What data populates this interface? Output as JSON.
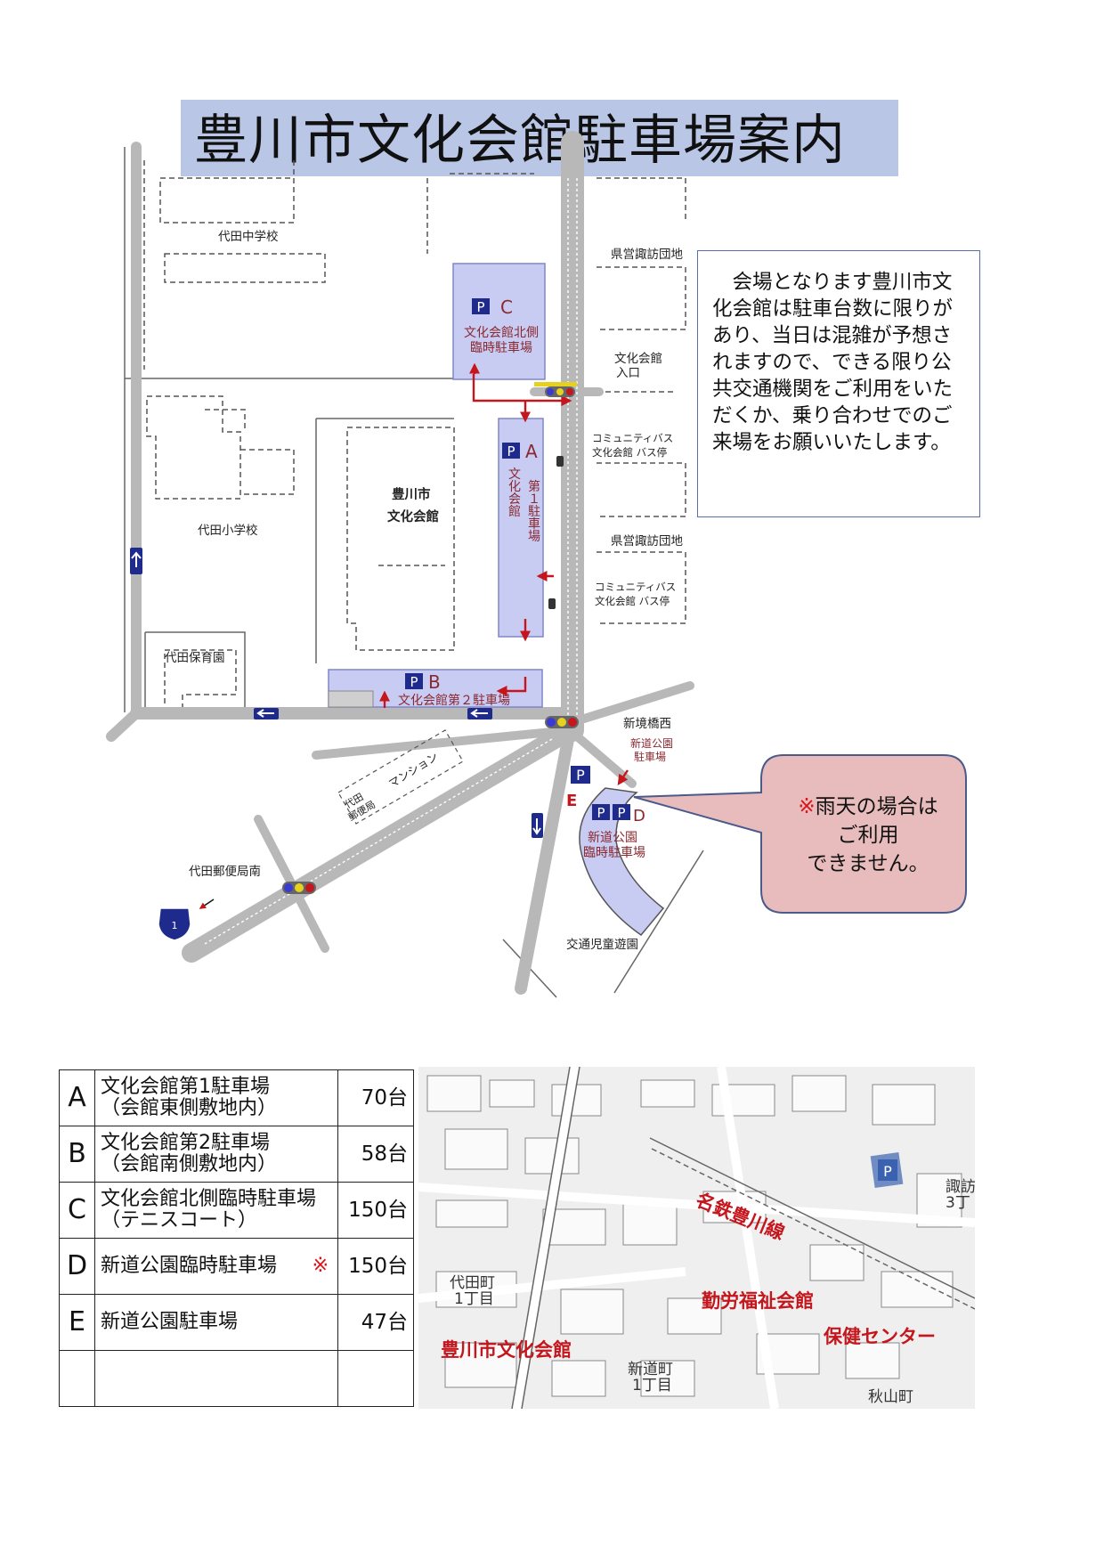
{
  "title": "豊川市文化会館駐車場案内",
  "notice": "会場となります豊川市文化会館は駐車台数に限りがあり、当日は混雑が予想されますので、できる限り公共交通機関をご利用をいただくか、乗り合わせでのご来場をお願いいたします。",
  "rain_note": {
    "mark": "※",
    "line1": "雨天の場合は",
    "line2": "ご利用",
    "line3": "できません。"
  },
  "map_labels": {
    "school_middle": "代田中学校",
    "school_elem": "代田小学校",
    "nursery": "代田保育園",
    "hall_line1": "豊川市",
    "hall_line2": "文化会館",
    "danchi1": "県営諏訪団地",
    "danchi2": "県営諏訪団地",
    "entrance_line1": "文化会館",
    "entrance_line2": "入口",
    "bus1_line1": "コミュニティバス",
    "bus1_line2": "文化会館 バス停",
    "bus2_line1": "コミュニティバス",
    "bus2_line2": "文化会館 バス停",
    "shinsakai": "新境橋西",
    "shindo_park_line1": "新道公園",
    "shindo_park_line2": "駐車場",
    "mansion": "マンション",
    "postoffice_small_line1": "代田",
    "postoffice_small_line2": "郵便局",
    "postoffice_south": "代田郵便局南",
    "playground": "交通児童遊園",
    "route_number": "1"
  },
  "lots": {
    "C": {
      "letter": "C",
      "line1": "文化会館北側",
      "line2": "臨時駐車場"
    },
    "A": {
      "letter": "A",
      "chars": [
        "文",
        "化",
        "会",
        "館",
        "第",
        "１",
        "駐",
        "車",
        "場"
      ]
    },
    "B": {
      "letter": "B",
      "line1": "文化会館第２駐車場"
    },
    "D": {
      "letter": "D",
      "line1": "新道公園",
      "line2": "臨時駐車場"
    },
    "E": {
      "letter": "E"
    }
  },
  "parking_sign": "P",
  "table": {
    "rows": [
      {
        "letter": "A",
        "name": "文化会館第1駐車場",
        "sub": "（会館東側敷地内）",
        "mark": "",
        "capacity": "70台"
      },
      {
        "letter": "B",
        "name": "文化会館第2駐車場",
        "sub": "（会館南側敷地内）",
        "mark": "",
        "capacity": "58台"
      },
      {
        "letter": "C",
        "name": "文化会館北側臨時駐車場",
        "sub": "（テニスコート）",
        "mark": "",
        "capacity": "150台"
      },
      {
        "letter": "D",
        "name": "新道公園臨時駐車場",
        "sub": "",
        "mark": "※",
        "capacity": "150台"
      },
      {
        "letter": "E",
        "name": "新道公園駐車場",
        "sub": "",
        "mark": "",
        "capacity": "47台"
      },
      {
        "letter": "",
        "name": "",
        "sub": "",
        "mark": "",
        "capacity": ""
      }
    ]
  },
  "inset": {
    "railway": "名鉄豊川線",
    "welfare": "勤労福祉会館",
    "hall": "豊川市文化会館",
    "health": "保健センター",
    "daita_line1": "代田町",
    "daita_line2": "1丁目",
    "shindo_line1": "新道町",
    "shindo_line2": "1丁目",
    "akiyama": "秋山町",
    "suwa_line1": "諏訪",
    "suwa_line2": "3丁",
    "p": "P"
  },
  "colors": {
    "lot_fill": "#c9ccf2",
    "lot_border": "#7f86c9",
    "lot_text": "#8a2830",
    "p_sign": "#1f2b8c",
    "road": "#b5b5b5",
    "arrow": "#c4161c",
    "rain_box": "#e8bcbc",
    "banner": "#b9c6e6"
  }
}
